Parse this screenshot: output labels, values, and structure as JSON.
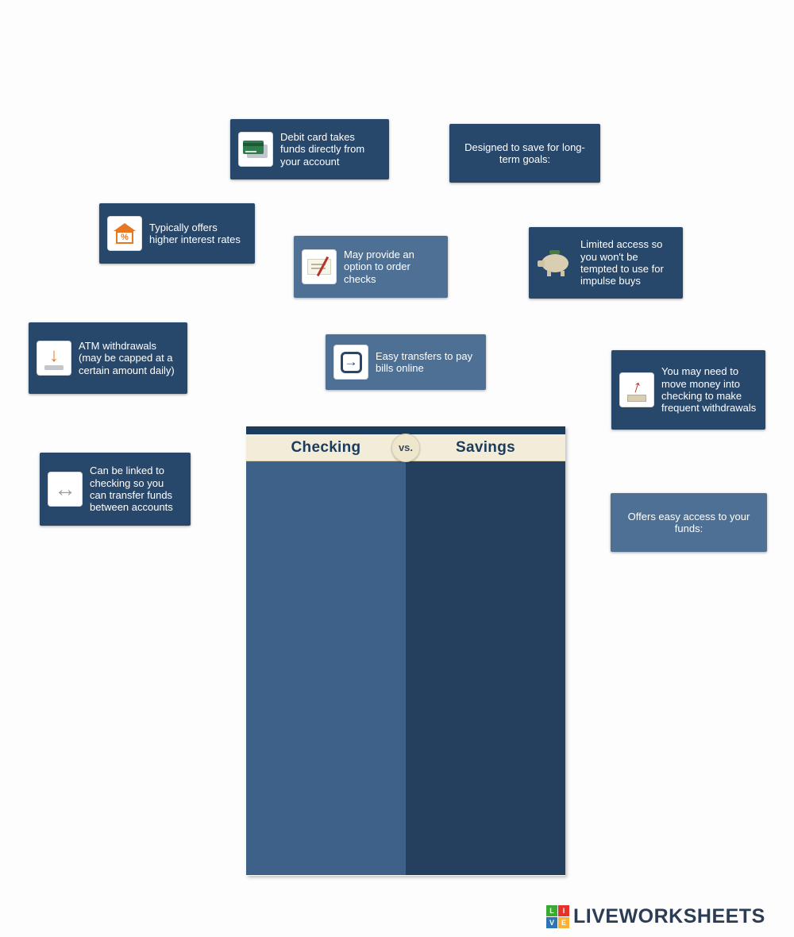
{
  "cards": [
    {
      "id": "debit-card",
      "text": "Debit card takes funds directly from your account"
    },
    {
      "id": "long-term-goals",
      "text": "Designed to save for long-term goals:"
    },
    {
      "id": "higher-interest",
      "text": "Typically offers higher interest rates"
    },
    {
      "id": "order-checks",
      "text": "May provide an option to order checks"
    },
    {
      "id": "limited-access",
      "text": "Limited access so you won't be tempted to use for impulse buys"
    },
    {
      "id": "atm-withdrawals",
      "text": "ATM withdrawals (may be capped at a certain amount daily)"
    },
    {
      "id": "easy-transfers",
      "text": "Easy transfers to pay bills online"
    },
    {
      "id": "move-money",
      "text": "You may need to move money into checking to make frequent withdrawals"
    },
    {
      "id": "linked-accounts",
      "text": "Can be linked to checking so you can transfer funds between accounts"
    },
    {
      "id": "easy-access",
      "text": "Offers easy access to your funds:"
    }
  ],
  "table": {
    "left_header": "Checking",
    "vs_label": "vs.",
    "right_header": "Savings"
  },
  "icons": {
    "percent_glyph": "%",
    "down_arrow_glyph": "↓",
    "right_arrow_glyph": "→",
    "up_arrow_glyph": "↑",
    "double_arrow_glyph": "↔"
  },
  "logo": {
    "letters": [
      "L",
      "I",
      "V",
      "E"
    ],
    "text": "LIVEWORKSHEETS"
  },
  "colors": {
    "card_dark": "#27476b",
    "card_light": "#4e7094",
    "navy": "#1c3c5e",
    "header_cream": "#f2ecd9",
    "col_checking": "#3e6189",
    "col_savings": "#24405e",
    "accent_orange": "#e87722",
    "accent_red": "#b5332a"
  }
}
